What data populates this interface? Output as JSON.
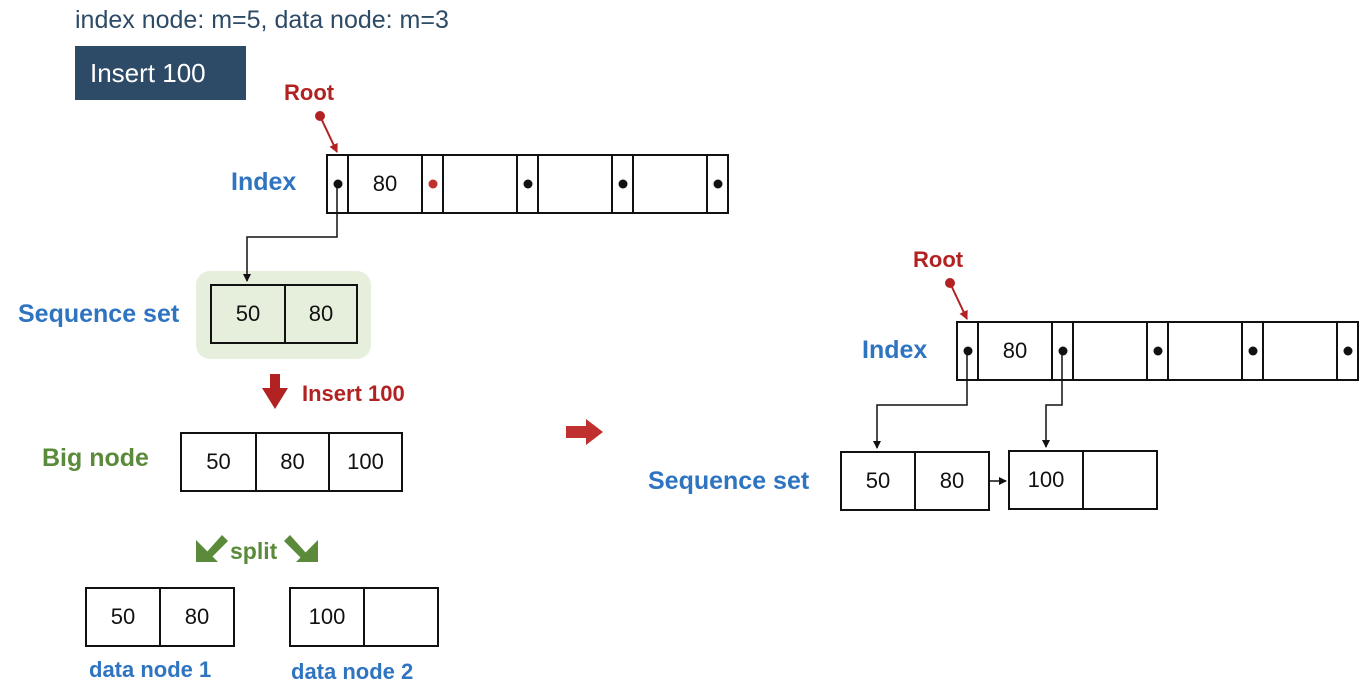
{
  "header": "index node: m=5, data node: m=3",
  "banner": "Insert 100",
  "left": {
    "root_label": "Root",
    "index_label": "Index",
    "index_key": "80",
    "sequence_label": "Sequence set",
    "sequence_keys": [
      "50",
      "80"
    ],
    "insert_label": "Insert 100",
    "bignode_label": "Big node",
    "bignode_keys": [
      "50",
      "80",
      "100"
    ],
    "split_label": "split",
    "data_node_1": {
      "label": "data node 1",
      "keys": [
        "50",
        "80"
      ]
    },
    "data_node_2": {
      "label": "data node 2",
      "keys": [
        "100",
        ""
      ]
    }
  },
  "right": {
    "root_label": "Root",
    "index_label": "Index",
    "index_key": "80",
    "sequence_label": "Sequence set",
    "node1_keys": [
      "50",
      "80"
    ],
    "node2_keys": [
      "100",
      ""
    ]
  },
  "colors": {
    "title_navy": "#2d4a66",
    "label_blue": "#2f74c0",
    "accent_red": "#b22222",
    "label_green": "#5b8a3a",
    "highlight_bg": "#e6efdc"
  }
}
